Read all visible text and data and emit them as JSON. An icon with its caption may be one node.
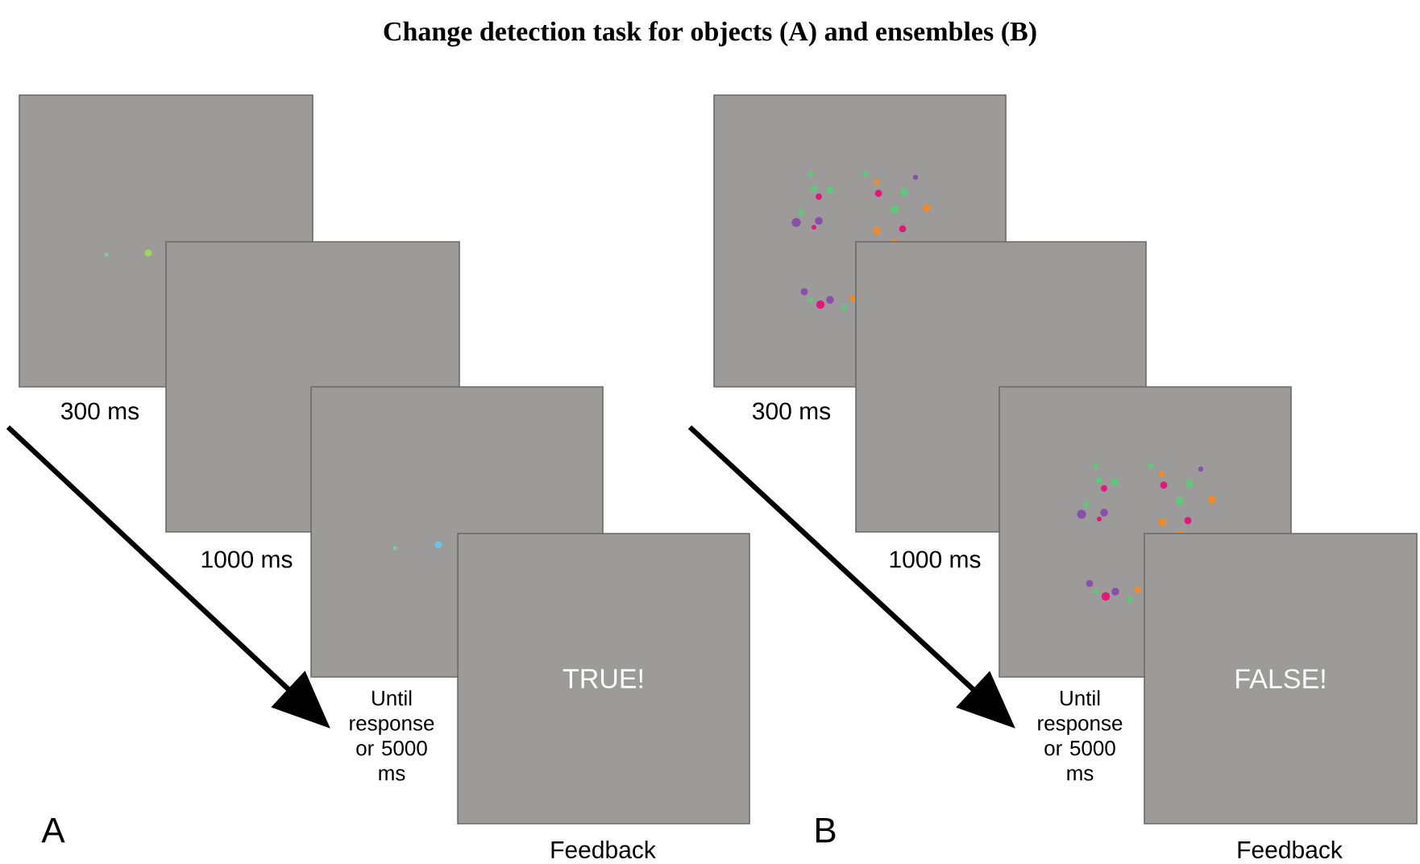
{
  "diagram": {
    "title": "Change detection task for objects (A) and ensembles (B)",
    "nodes": [
      {
        "text": [],
        "shape": "box",
        "beside": [
          "300 ms"
        ]
      },
      {
        "text": [],
        "shape": "box",
        "beside": [
          "1000 ms"
        ]
      },
      {
        "text": [],
        "shape": "box",
        "beside": [
          "Until response or 5000 ms"
        ]
      },
      {
        "text": [
          "TRUE!"
        ],
        "beside": [
          "Feedback"
        ]
      },
      {
        "text": [],
        "shape": "box",
        "beside": [
          "300 ms"
        ]
      },
      {
        "text": [],
        "shape": "box",
        "beside": [
          "1000 ms"
        ]
      },
      {
        "text": [],
        "shape": "box",
        "beside": [
          "Until response or 5000 ms"
        ]
      },
      {
        "text": [
          "FALSE!"
        ],
        "beside": [
          "Feedback"
        ]
      }
    ],
    "labels": [
      "A",
      "B"
    ]
  }
}
